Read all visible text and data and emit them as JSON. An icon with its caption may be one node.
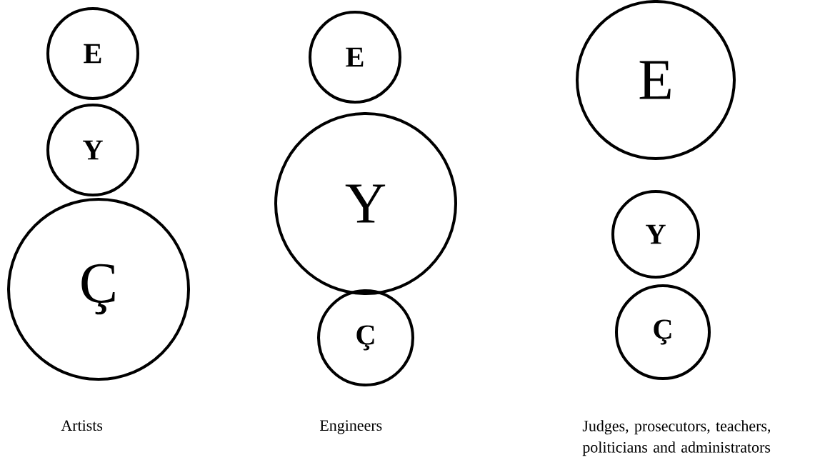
{
  "diagram": {
    "nodes": [
      {
        "text": [
          "E"
        ]
      },
      {
        "text": [
          "Y"
        ]
      },
      {
        "text": [
          "Ç"
        ]
      },
      {
        "text": [
          "E"
        ]
      },
      {
        "text": [
          "Y"
        ]
      },
      {
        "text": [
          "Ç"
        ]
      },
      {
        "text": [
          "E"
        ]
      },
      {
        "text": [
          "Y"
        ]
      },
      {
        "text": [
          "Ç"
        ]
      }
    ],
    "labels": [
      "Artists",
      "Engineers",
      "Judges, prosecutors, teachers, politicians and administrators"
    ]
  }
}
